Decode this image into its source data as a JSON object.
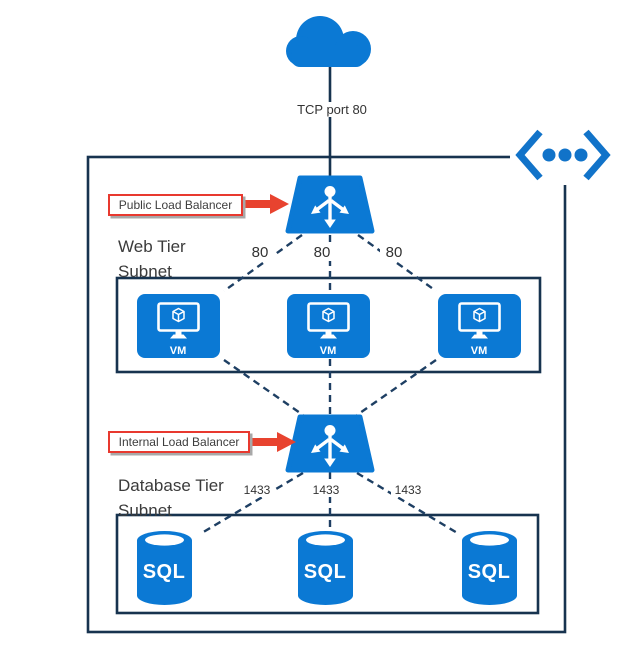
{
  "palette": {
    "icon_blue": "#0b79d4",
    "vnet_icon_blue": "#1173c9",
    "box_border_navy": "#17334f",
    "dashed_line_navy": "#1e3f63",
    "callout_border_red": "#e8392f",
    "arrow_red": "#e8432f",
    "text_dark": "#3b3b3b"
  },
  "icons": {
    "internet": "cloud-icon",
    "virtual_network": "virtual-network-icon",
    "load_balancer": "load-balancer-icon",
    "virtual_machine": "vm-icon",
    "database": "sql-database-icon"
  },
  "internet_link": {
    "label": "TCP port 80"
  },
  "public_lb": {
    "callout": "Public Load Balancer"
  },
  "internal_lb": {
    "callout": "Internal Load Balancer"
  },
  "web_subnet": {
    "title_line1": "Web Tier",
    "title_line2": "Subnet",
    "ports": [
      "80",
      "80",
      "80"
    ],
    "vms": [
      "VM",
      "VM",
      "VM"
    ]
  },
  "db_subnet": {
    "title_line1": "Database Tier",
    "title_line2": "Subnet",
    "ports": [
      "1433",
      "1433",
      "1433"
    ],
    "dbs": [
      "SQL",
      "SQL",
      "SQL"
    ]
  }
}
